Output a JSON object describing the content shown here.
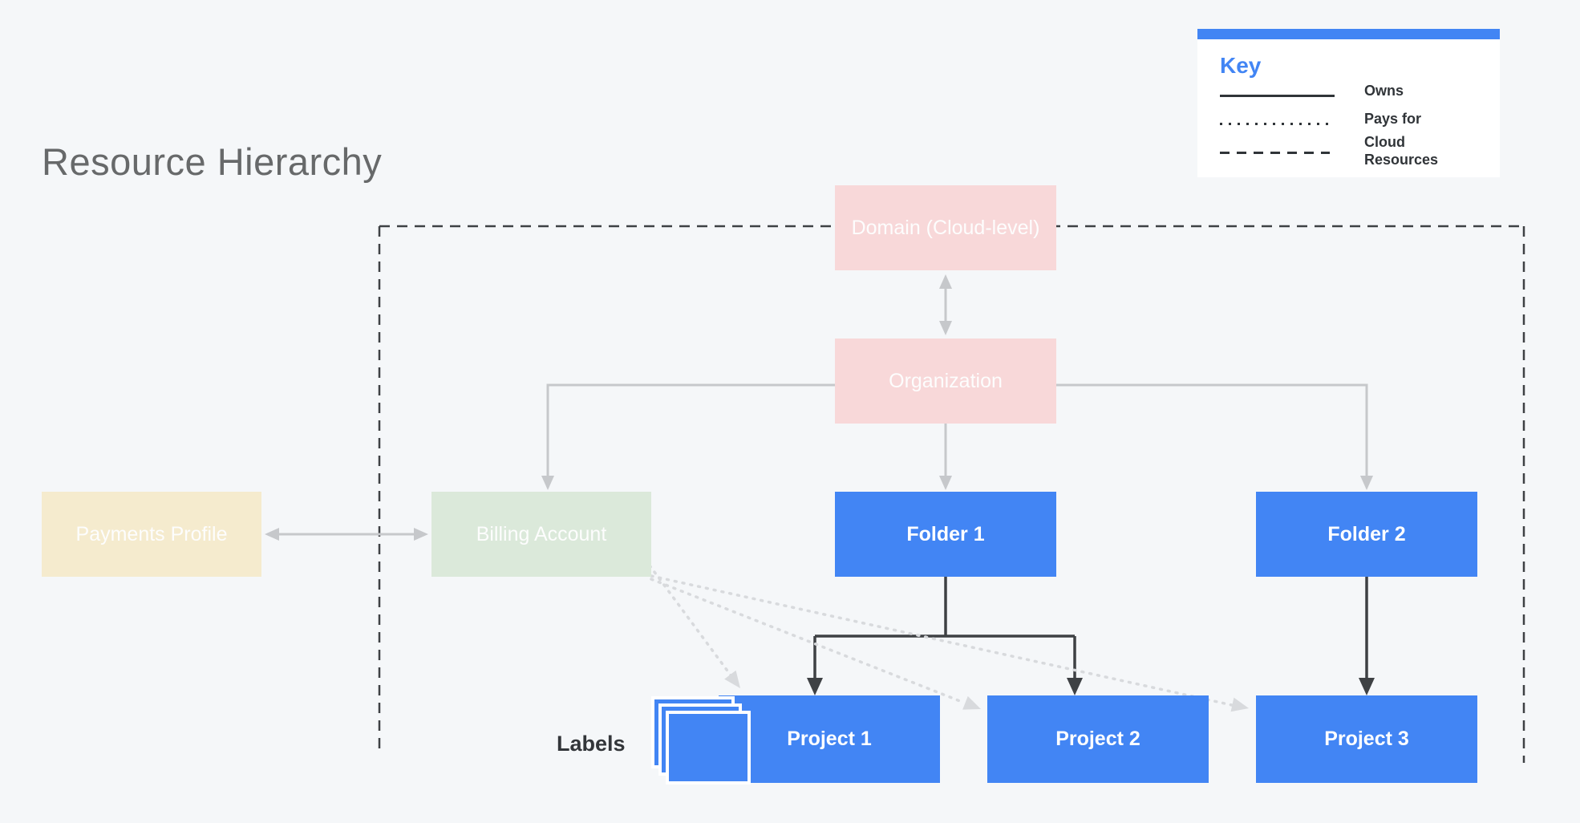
{
  "page": {
    "title": "Resource Hierarchy"
  },
  "key": {
    "title": "Key",
    "items": [
      {
        "style": "solid",
        "label": "Owns"
      },
      {
        "style": "dotted",
        "label": "Pays for"
      },
      {
        "style": "dashed",
        "label": "Cloud Resources"
      }
    ]
  },
  "nodes": {
    "domain": {
      "label": "Domain (Cloud-level)",
      "color": "#f8d8d9"
    },
    "organization": {
      "label": "Organization",
      "color": "#f8d8d9"
    },
    "payments_profile": {
      "label": "Payments Profile",
      "color": "#f5ebce"
    },
    "billing_account": {
      "label": "Billing Account",
      "color": "#dbe9da"
    },
    "folder1": {
      "label": "Folder 1",
      "color": "#4285f4"
    },
    "folder2": {
      "label": "Folder 2",
      "color": "#4285f4"
    },
    "project1": {
      "label": "Project 1",
      "color": "#4285f4"
    },
    "project2": {
      "label": "Project 2",
      "color": "#4285f4"
    },
    "project3": {
      "label": "Project 3",
      "color": "#4285f4"
    }
  },
  "annotations": {
    "labels_caption": "Labels"
  },
  "colors": {
    "blue": "#4285f4",
    "pink": "#f8d8d9",
    "green": "#dbe9da",
    "beige": "#f5ebce",
    "bg": "#f5f7f9",
    "panel": "#ffffff",
    "gray-line": "#c6c8cb",
    "dark-line": "#3e4144",
    "dotted-line": "#d8dadd",
    "title-text": "#67696a",
    "key-text": "#303438",
    "node-text": "#fdfdfd"
  }
}
